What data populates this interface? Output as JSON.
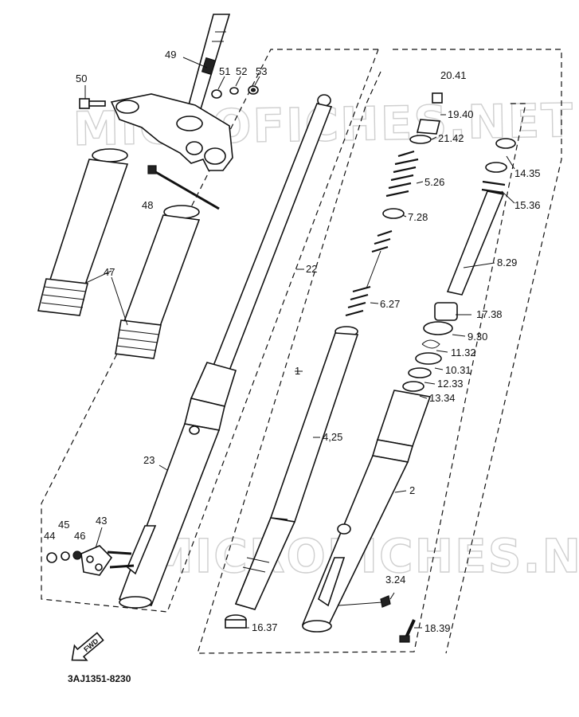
{
  "watermark": "MICROFICHES.NET",
  "diagram_code": "3AJ1351-8230",
  "direction_badge": "FWD",
  "part_labels": {
    "p49": "49",
    "p50": "50",
    "p51": "51",
    "p52": "52",
    "p53": "53",
    "p48": "48",
    "p47": "47",
    "p22": "22",
    "p23": "23",
    "p43": "43",
    "p44": "44",
    "p45": "45",
    "p46": "46",
    "p1": "1",
    "p2": "2",
    "p4_25": "4,25",
    "p16_37": "16.37",
    "p20_41": "20.41",
    "p19_40": "19.40",
    "p21_42": "21.42",
    "p5_26": "5.26",
    "p7_28": "7.28",
    "p6_27": "6.27",
    "p14_35": "14.35",
    "p15_36": "15.36",
    "p8_29": "8.29",
    "p17_38": "17.38",
    "p9_30": "9.30",
    "p11_32": "11.32",
    "p10_31": "10.31",
    "p12_33": "12.33",
    "p13_34": "13.34",
    "p3_24": "3.24",
    "p18_39": "18.39"
  }
}
